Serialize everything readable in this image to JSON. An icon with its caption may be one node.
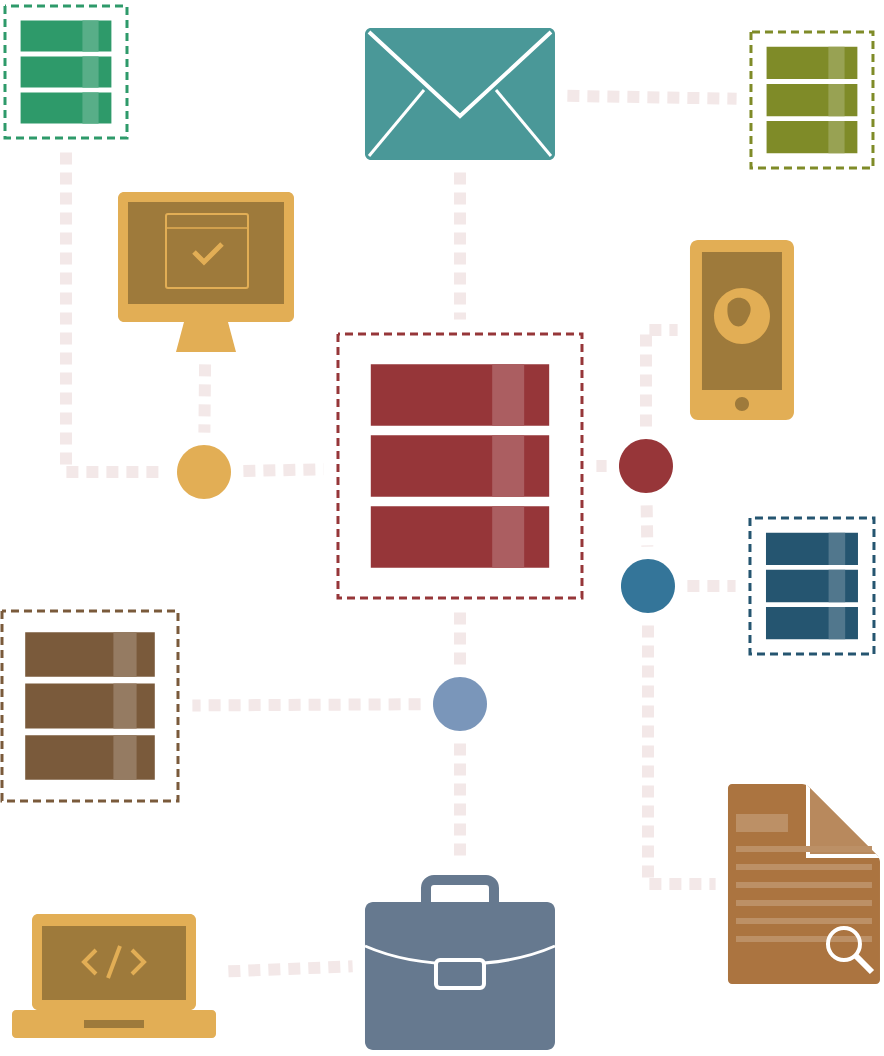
{
  "diagram": {
    "nodes": [
      {
        "text": [],
        "shape": "database"
      },
      {
        "text": [],
        "shape": "envelope"
      },
      {
        "text": [],
        "shape": "database"
      },
      {
        "text": [],
        "shape": "monitor"
      },
      {
        "text": [],
        "shape": "phone"
      },
      {
        "text": [],
        "shape": "database"
      },
      {
        "text": [],
        "shape": "circle"
      },
      {
        "text": [],
        "shape": "circle"
      },
      {
        "text": [],
        "shape": "database"
      },
      {
        "text": [],
        "shape": "circle"
      },
      {
        "text": [],
        "shape": "database"
      },
      {
        "text": [],
        "shape": "circle"
      },
      {
        "text": [],
        "shape": "document"
      },
      {
        "text": [],
        "shape": "laptop"
      },
      {
        "text": [],
        "shape": "briefcase"
      }
    ],
    "edges": [
      {
        "from": 0,
        "to": 6,
        "arrow": "none",
        "style": "dashed"
      },
      {
        "from": 3,
        "to": 6,
        "arrow": "none",
        "style": "dashed"
      },
      {
        "from": 6,
        "to": 5,
        "arrow": "none",
        "style": "dashed"
      },
      {
        "from": 1,
        "to": 5,
        "arrow": "none",
        "style": "dashed"
      },
      {
        "from": 1,
        "to": 2,
        "arrow": "none",
        "style": "dashed"
      },
      {
        "from": 7,
        "to": 5,
        "arrow": "none",
        "style": "dashed"
      },
      {
        "from": 7,
        "to": 4,
        "arrow": "none",
        "style": "dashed"
      },
      {
        "from": 7,
        "to": 9,
        "arrow": "none",
        "style": "dashed"
      },
      {
        "from": 9,
        "to": 8,
        "arrow": "none",
        "style": "dashed"
      },
      {
        "from": 9,
        "to": 12,
        "arrow": "none",
        "style": "dashed"
      },
      {
        "from": 5,
        "to": 11,
        "arrow": "none",
        "style": "dashed"
      },
      {
        "from": 11,
        "to": 10,
        "arrow": "none",
        "style": "dashed"
      },
      {
        "from": 11,
        "to": 14,
        "arrow": "none",
        "style": "dashed"
      },
      {
        "from": 13,
        "to": 14,
        "arrow": "none",
        "style": "dashed"
      }
    ]
  }
}
